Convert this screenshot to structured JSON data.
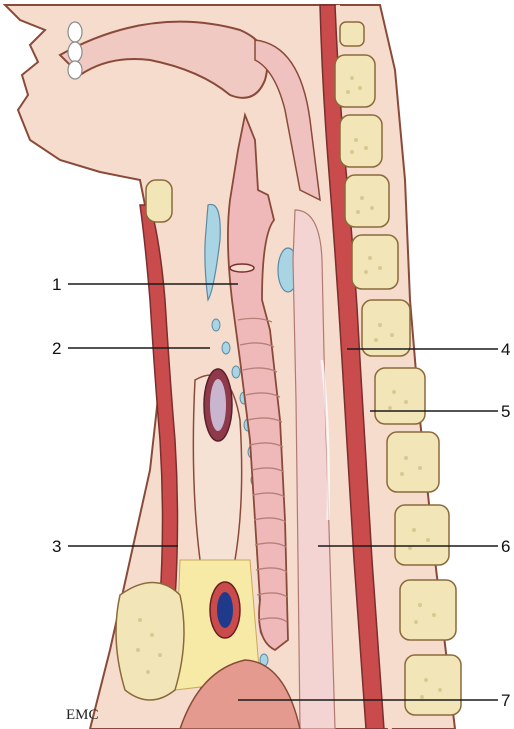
{
  "diagram": {
    "labels": [
      "1",
      "2",
      "3",
      "4",
      "5",
      "6",
      "7"
    ],
    "watermark": "EMC"
  },
  "colors": {
    "skin": "#f5dccc",
    "outline": "#7a3b2e",
    "muscle": "#c94b4b",
    "bone": "#f2e6b8",
    "cartilage": "#a9d4e3",
    "mucosa": "#eba9a9",
    "fat": "#f7eaa6"
  }
}
